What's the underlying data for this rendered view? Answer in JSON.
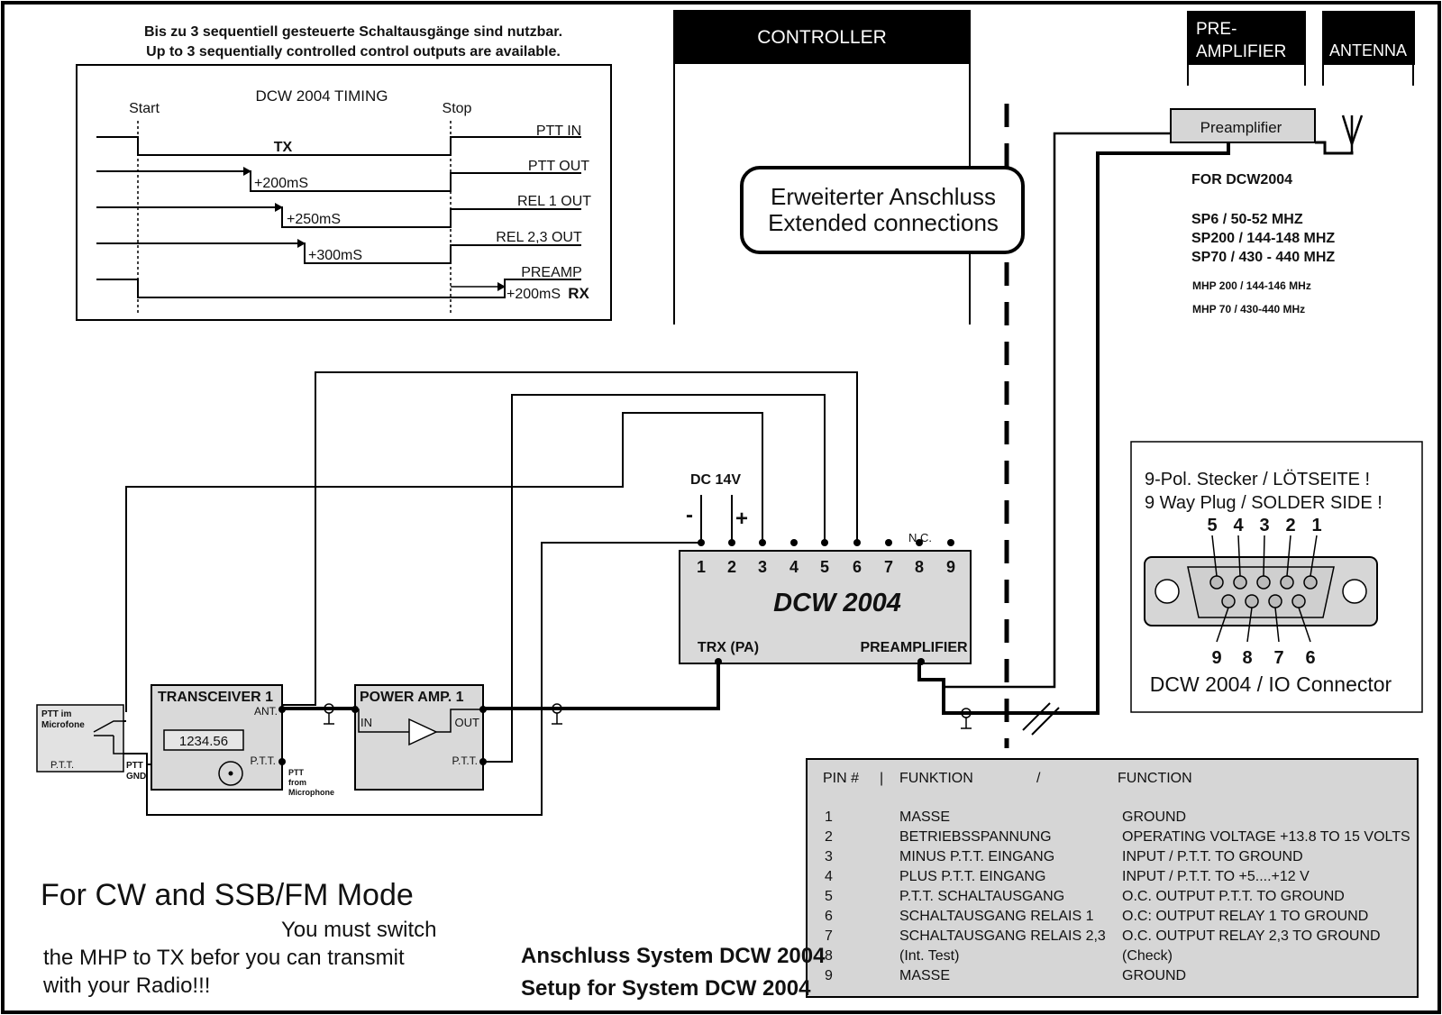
{
  "header": {
    "line_de": "Bis zu 3 sequentiell gesteuerte Schaltausgänge sind nutzbar.",
    "line_en": "Up to 3 sequentially controlled control outputs are available."
  },
  "timing": {
    "title": "DCW 2004 TIMING",
    "start": "Start",
    "stop": "Stop",
    "tx": "TX",
    "rx": "RX",
    "signals": [
      "PTT IN",
      "PTT OUT",
      "REL 1 OUT",
      "REL 2,3 OUT",
      "PREAMP"
    ],
    "delays": [
      "+200mS",
      "+250mS",
      "+300mS",
      "+200mS"
    ]
  },
  "columns": {
    "controller": "CONTROLLER",
    "preamplifier_line1": "PRE-",
    "preamplifier_line2": "AMPLIFIER",
    "antenna": "ANTENNA"
  },
  "extended": {
    "line_de": "Erweiterter Anschluss",
    "line_en": "Extended connections"
  },
  "preamp_box": {
    "label": "Preamplifier",
    "for": "FOR DCW2004",
    "models": [
      "SP6 / 50-52 MHZ",
      "SP200   / 144-148 MHZ",
      "SP70    / 430 - 440 MHZ"
    ],
    "mhp": [
      "MHP 200 / 144-146 MHz",
      "MHP 70  /  430-440 MHz"
    ]
  },
  "dcw": {
    "title": "DCW 2004",
    "dc": "DC 14V",
    "minus": "-",
    "plus": "+",
    "nc": "N.C.",
    "pins": [
      "1",
      "2",
      "3",
      "4",
      "5",
      "6",
      "7",
      "8",
      "9"
    ],
    "trx": "TRX (PA)",
    "preamp": "PREAMPLIFIER"
  },
  "transceiver": {
    "title": "TRANSCEIVER  1",
    "display": "1234.56",
    "ant": "ANT.",
    "ptt": "P.T.T."
  },
  "power_amp": {
    "title": "POWER AMP. 1",
    "in": "IN",
    "out": "OUT",
    "ptt": "P.T.T."
  },
  "microphone": {
    "line1": "PTT im",
    "line2": "Microfone",
    "ptt": "P.T.T.",
    "ptt_gnd_1": "PTT",
    "ptt_gnd_2": "GND",
    "from_1": "PTT",
    "from_2": "from",
    "from_3": "Microphone"
  },
  "connector": {
    "line_de": "9-Pol. Stecker / LÖTSEITE !",
    "line_en": "9 Way Plug / SOLDER SIDE !",
    "top_pins": [
      "5",
      "4",
      "3",
      "2",
      "1"
    ],
    "bottom_pins": [
      "9",
      "8",
      "7",
      "6"
    ],
    "caption": "DCW 2004 / IO Connector"
  },
  "pin_table": {
    "headers": [
      "PIN #",
      "|",
      "FUNKTION",
      "/",
      "FUNCTION"
    ],
    "rows": [
      {
        "pin": "1",
        "de": "MASSE",
        "en": "GROUND"
      },
      {
        "pin": "2",
        "de": "BETRIEBSSPANNUNG",
        "en": "OPERATING VOLTAGE +13.8 TO 15 VOLTS"
      },
      {
        "pin": "3",
        "de": "MINUS P.T.T. EINGANG",
        "en": "INPUT / P.T.T. TO GROUND"
      },
      {
        "pin": "4",
        "de": "PLUS P.T.T. EINGANG",
        "en": "INPUT / P.T.T. TO +5....+12 V"
      },
      {
        "pin": "5",
        "de": "P.T.T. SCHALTAUSGANG",
        "en": "O.C. OUTPUT  P.T.T. TO GROUND"
      },
      {
        "pin": "6",
        "de": "SCHALTAUSGANG RELAIS 1",
        "en": "O.C: OUTPUT RELAY 1 TO GROUND"
      },
      {
        "pin": "7",
        "de": "SCHALTAUSGANG RELAIS 2,3",
        "en": "O.C. OUTPUT RELAY 2,3 TO GROUND"
      },
      {
        "pin": "8",
        "de": "(Int. Test)",
        "en": "(Check)"
      },
      {
        "pin": "9",
        "de": "MASSE",
        "en": "GROUND"
      }
    ]
  },
  "notes": {
    "mode_title": "For CW and SSB/FM Mode",
    "line1": "You must switch",
    "line2": "the MHP to TX befor you can transmit",
    "line3": "with your Radio!!!"
  },
  "setup": {
    "line_de": "Anschluss System DCW 2004",
    "line_en": "Setup for System DCW 2004"
  }
}
